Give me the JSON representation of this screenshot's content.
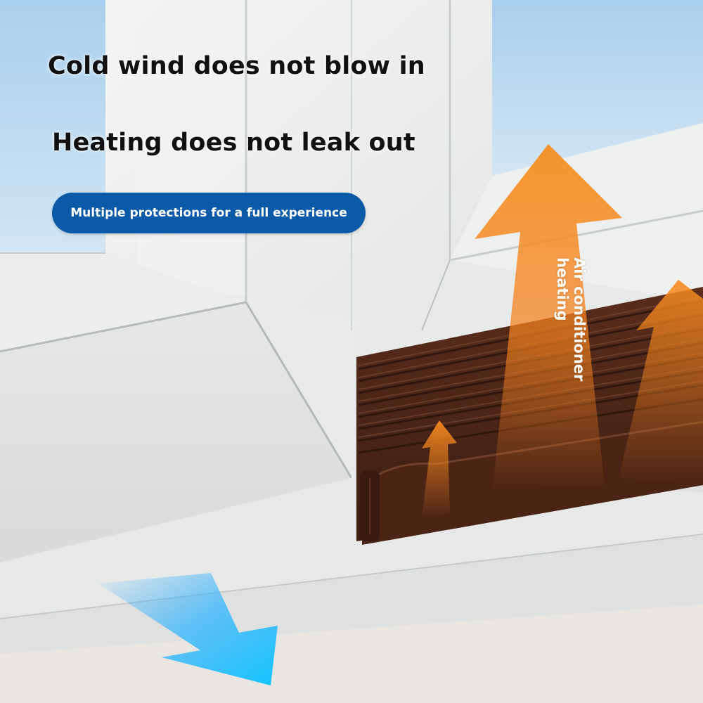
{
  "headline_top": "Cold wind does not blow in",
  "headline_bottom": "Heating does not leak out",
  "badge_text": "Multiple protections for a full experience",
  "arrow_label_line1": "Air conditioner",
  "arrow_label_line2": "heating",
  "colors": {
    "badge_blue": "#0b5aa8",
    "heat_orange": "#f4821f",
    "cold_blue": "#1ea7ff",
    "seal_brown": "#4a2417",
    "sky": "#b8d8f0"
  },
  "icons": [
    "warm-air-arrow-large",
    "warm-air-arrow-medium",
    "warm-air-arrow-small",
    "cold-air-arrow"
  ]
}
